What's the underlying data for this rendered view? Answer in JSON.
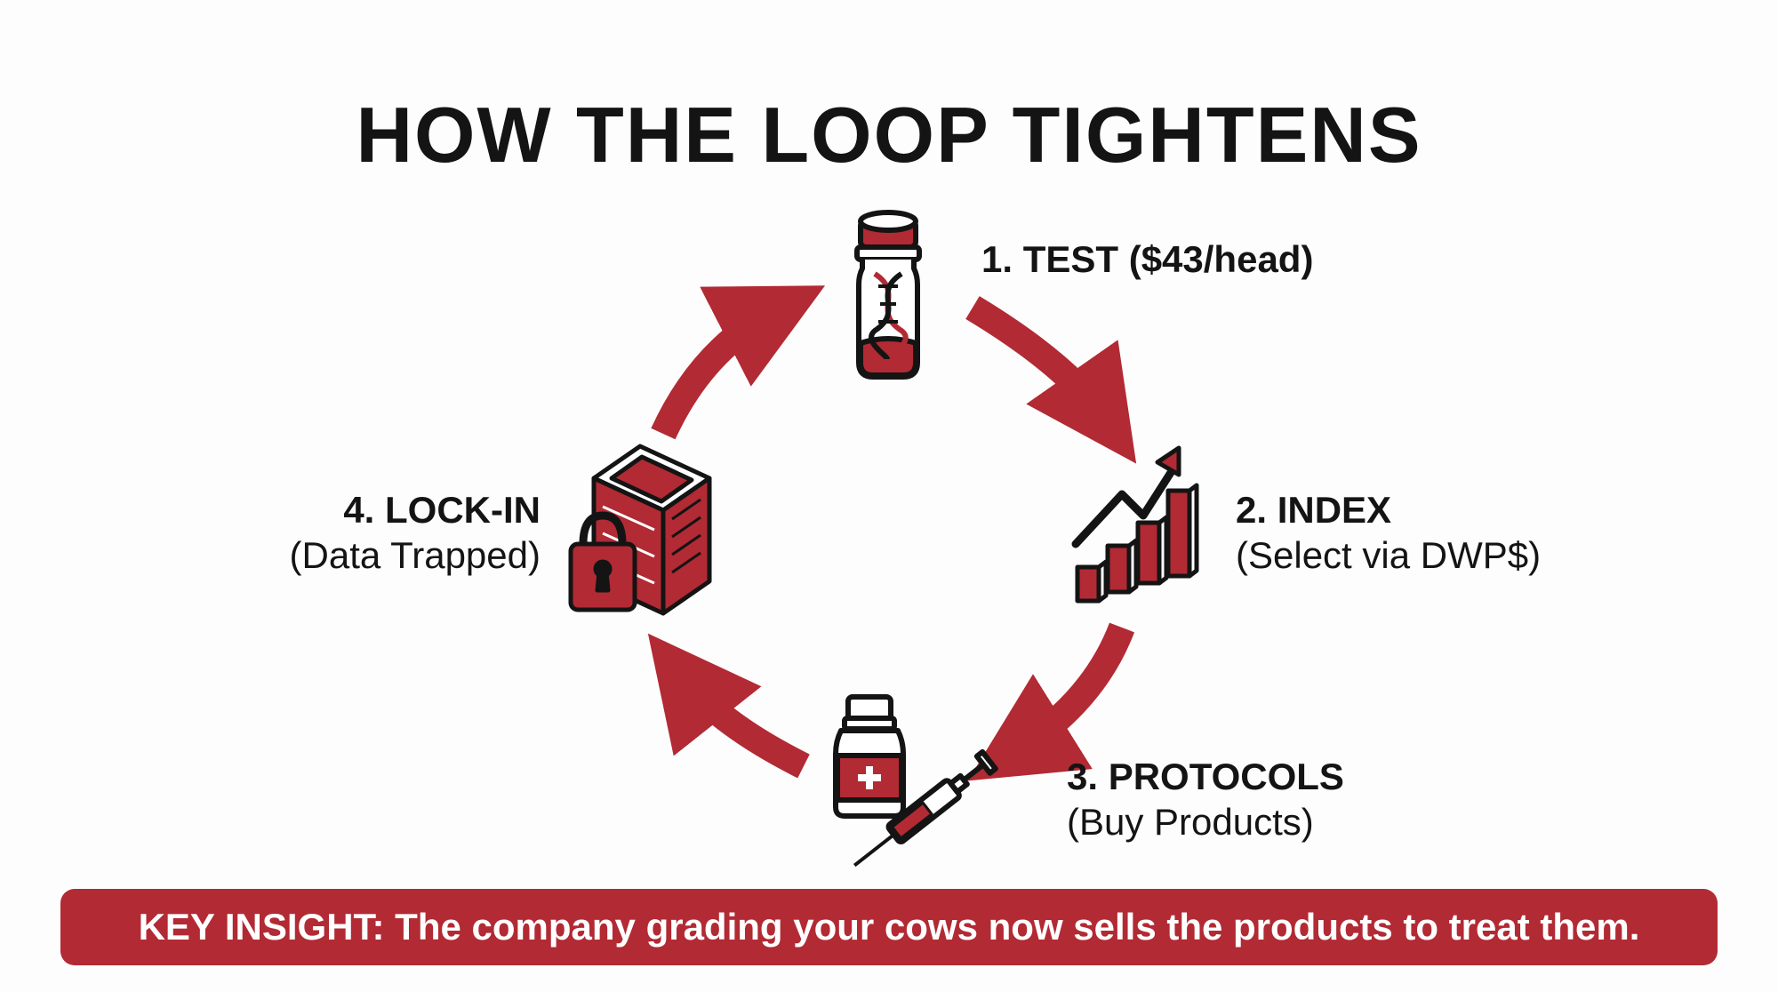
{
  "title": "HOW THE LOOP TIGHTENS",
  "colors": {
    "accent": "#b22a33",
    "ink": "#141414",
    "background": "#fdfdfd"
  },
  "steps": [
    {
      "heading": "1. TEST ($43/head)",
      "subtitle": "",
      "icon": "dna-vial-icon"
    },
    {
      "heading": "2. INDEX",
      "subtitle": "(Select via DWP$)",
      "icon": "bar-chart-arrow-icon"
    },
    {
      "heading": "3. PROTOCOLS",
      "subtitle": "(Buy Products)",
      "icon": "medicine-bottle-syringe-icon"
    },
    {
      "heading": "4. LOCK-IN",
      "subtitle": "(Data Trapped)",
      "icon": "server-padlock-icon"
    }
  ],
  "insight": "KEY INSIGHT: The company grading your cows now sells the products to treat them."
}
